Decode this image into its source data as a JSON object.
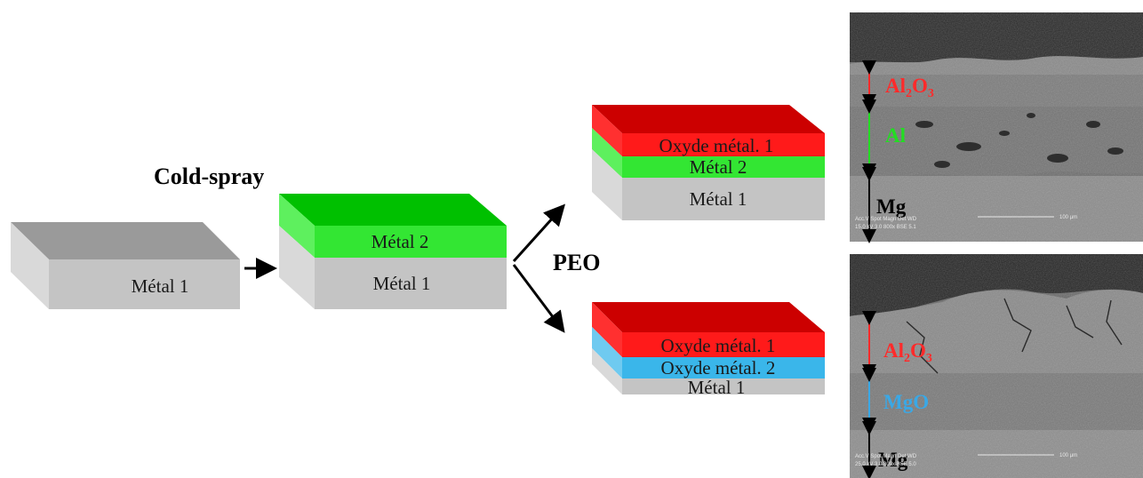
{
  "process": {
    "coldspray_label": "Cold-spray",
    "peo_label": "PEO"
  },
  "blocks": {
    "substrate": {
      "layer_label": "Métal 1"
    },
    "coated": {
      "top_label": "Métal 2",
      "bottom_label": "Métal 1"
    },
    "peo_top": {
      "oxide_label": "Oxyde métal. 1",
      "middle_label": "Métal 2",
      "bottom_label": "Métal 1"
    },
    "peo_bottom": {
      "oxide1_label": "Oxyde métal. 1",
      "oxide2_label": "Oxyde métal. 2",
      "bottom_label": "Métal 1"
    }
  },
  "micrographs": {
    "top": {
      "labels": {
        "oxide_main": "Al",
        "oxide_sub2": "2",
        "oxide_o": "O",
        "oxide_sub3": "3",
        "coating": "Al",
        "substrate": "Mg"
      },
      "databar": {
        "row1": "Acc.V    Spot Magn    Det  WD",
        "row2": "15.0 kV  3.0   800x     BSE  5.1",
        "scale": "100 µm"
      }
    },
    "bottom": {
      "labels": {
        "oxide_main": "Al",
        "oxide_sub2": "2",
        "oxide_o": "O",
        "oxide_sub3": "3",
        "coating": "MgO",
        "substrate": "Mg"
      },
      "databar": {
        "row1": "Acc.V    Spot Magn    Det  WD",
        "row2": "25.0 kV  3.0   800x     BSE  5.0",
        "scale": "100 µm"
      }
    }
  },
  "colors": {
    "metal1": "#c4c4c4",
    "metal2": "#33e633",
    "oxide1": "#ff1a1a",
    "oxide2": "#3ab6ea",
    "label_oxide": "#ff2a2a",
    "label_al": "#22dd22",
    "label_mgo": "#3aa8e6",
    "label_mg": "#000000"
  }
}
